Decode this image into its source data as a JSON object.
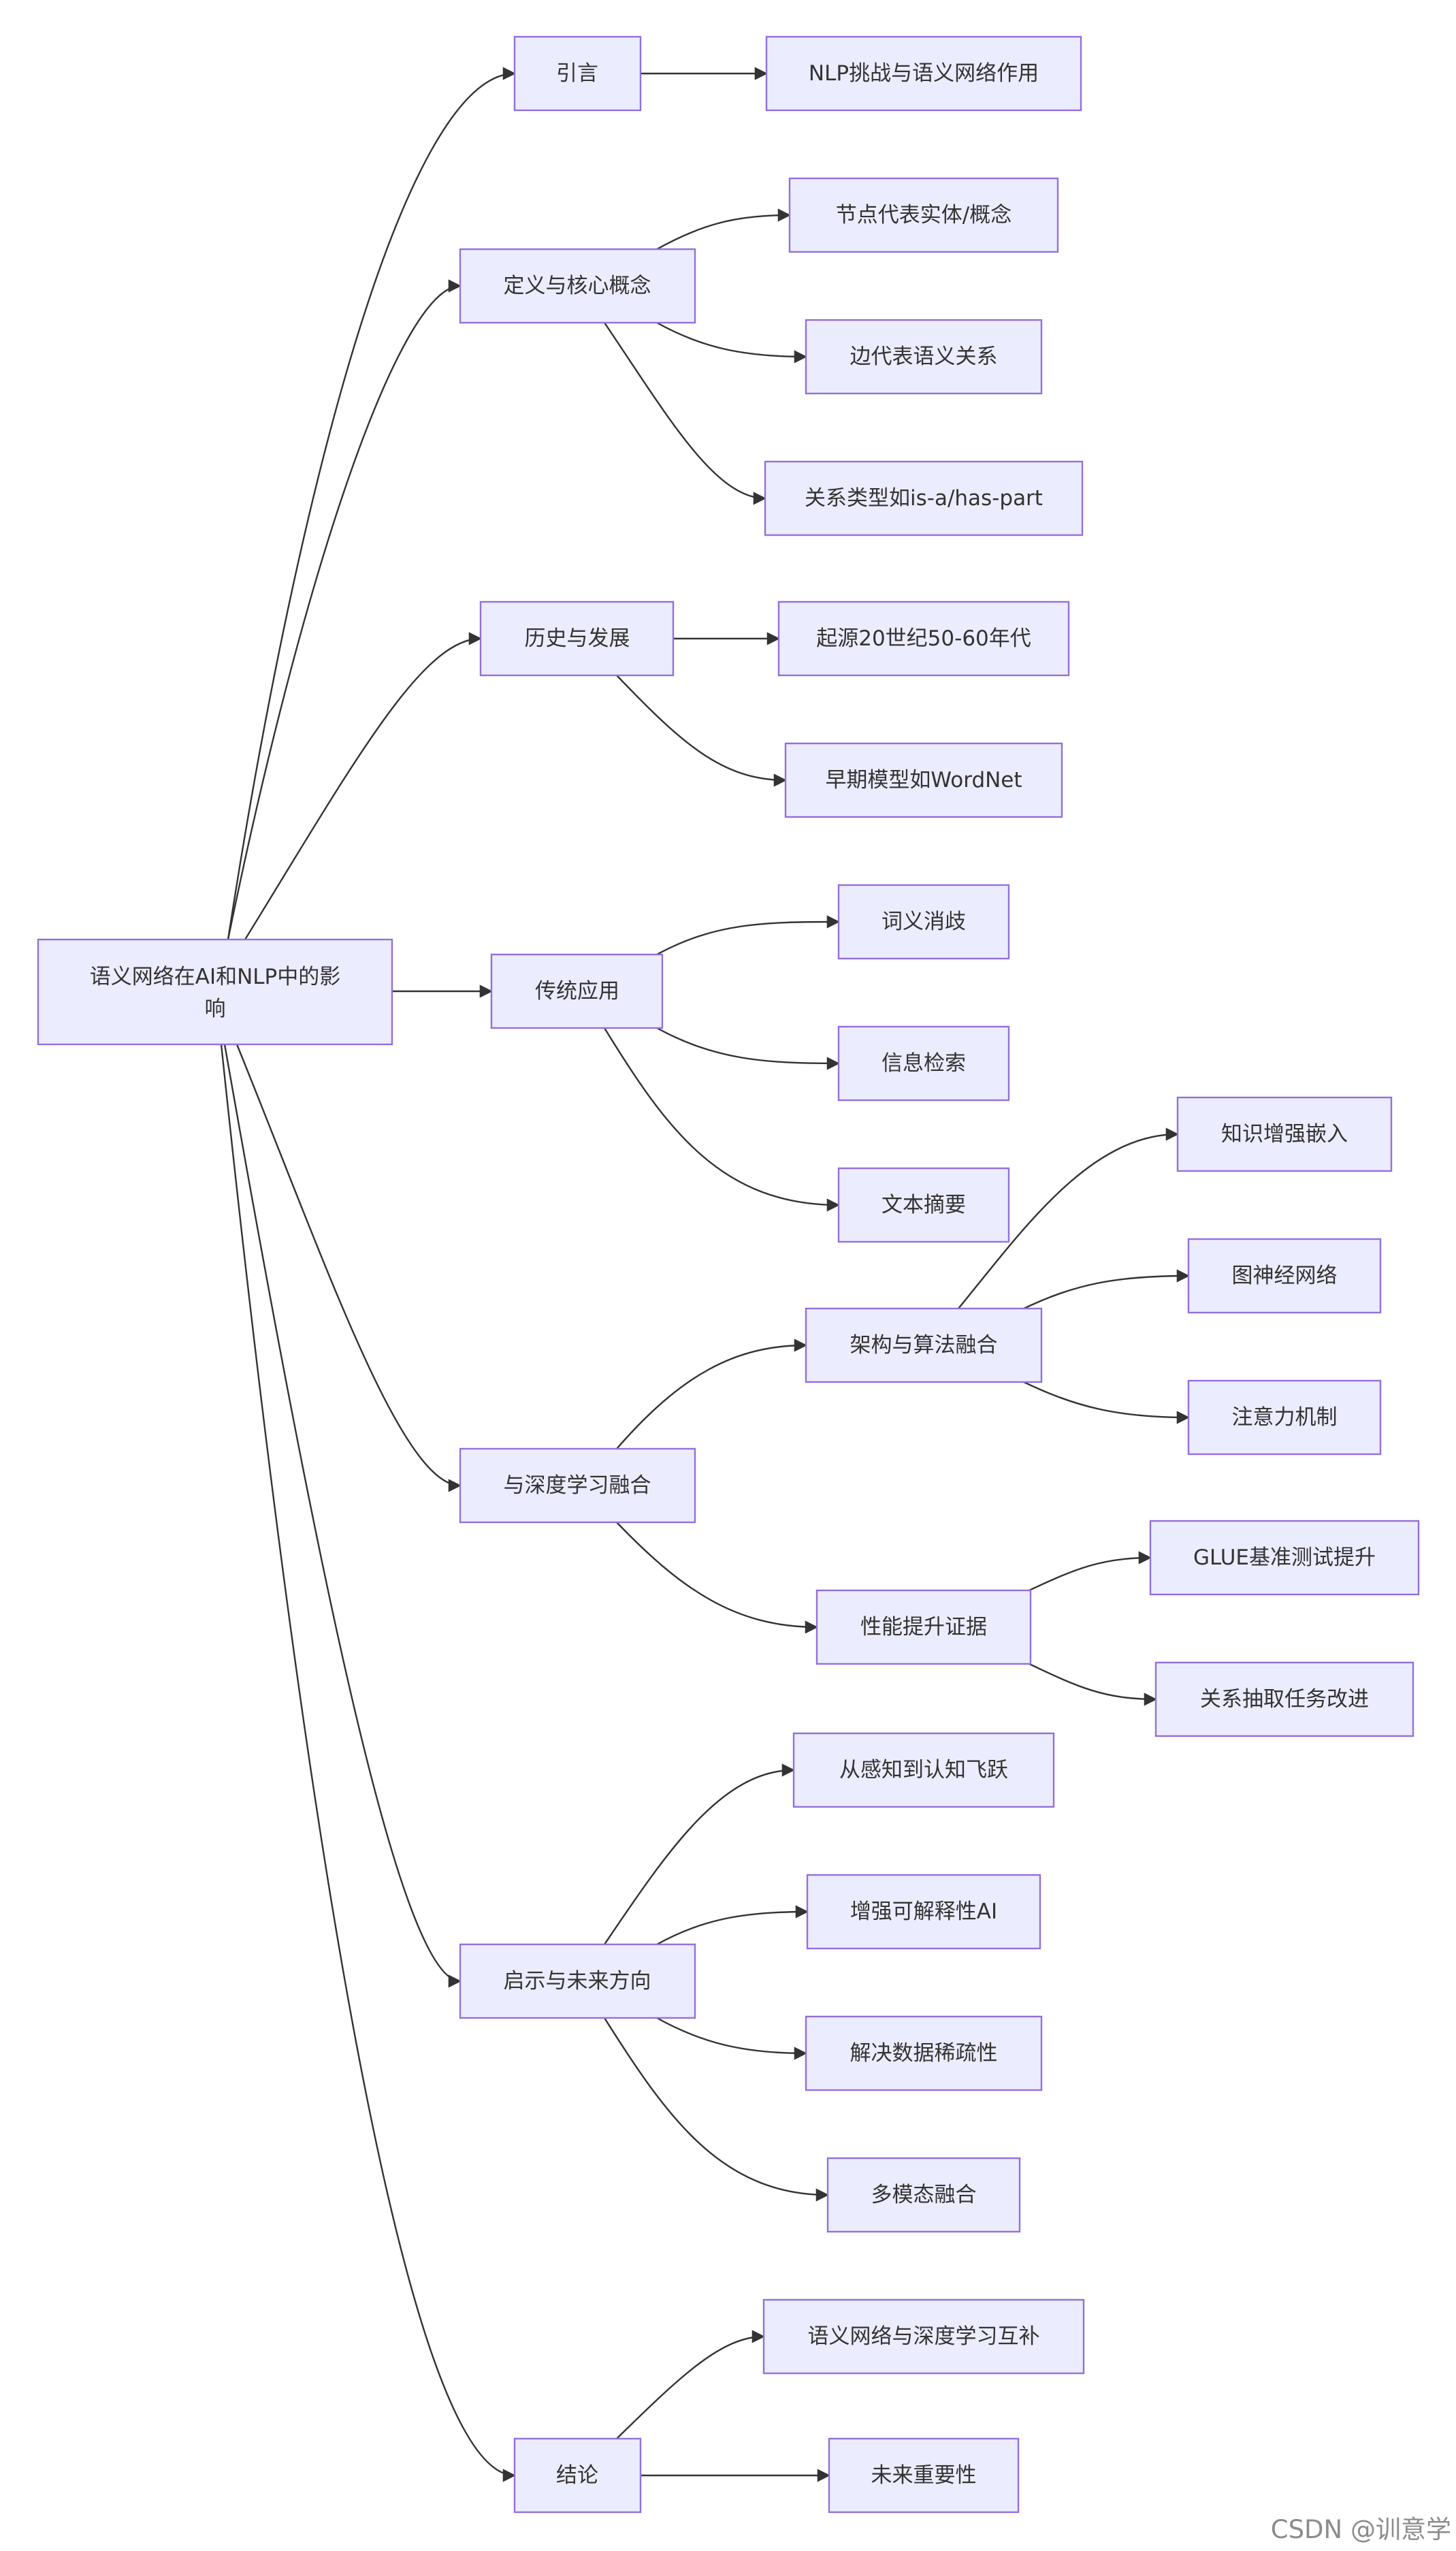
{
  "root": {
    "label_line1": "语义网络在AI和NLP中的影",
    "label_line2": "响"
  },
  "sections": {
    "intro": {
      "label": "引言",
      "children": [
        "NLP挑战与语义网络作用"
      ]
    },
    "definition": {
      "label": "定义与核心概念",
      "children": [
        "节点代表实体/概念",
        "边代表语义关系",
        "关系类型如is-a/has-part"
      ]
    },
    "history": {
      "label": "历史与发展",
      "children": [
        "起源20世纪50-60年代",
        "早期模型如WordNet"
      ]
    },
    "traditional": {
      "label": "传统应用",
      "children": [
        "词义消歧",
        "信息检索",
        "文本摘要"
      ]
    },
    "deep_learning": {
      "label": "与深度学习融合",
      "architecture": {
        "label": "架构与算法融合",
        "children": [
          "知识增强嵌入",
          "图神经网络",
          "注意力机制"
        ]
      },
      "performance": {
        "label": "性能提升证据",
        "children": [
          "GLUE基准测试提升",
          "关系抽取任务改进"
        ]
      }
    },
    "future": {
      "label": "启示与未来方向",
      "children": [
        "从感知到认知飞跃",
        "增强可解释性AI",
        "解决数据稀疏性",
        "多模态融合"
      ]
    },
    "conclusion": {
      "label": "结论",
      "children": [
        "语义网络与深度学习互补",
        "未来重要性"
      ]
    }
  },
  "watermark": "CSDN @训意学"
}
